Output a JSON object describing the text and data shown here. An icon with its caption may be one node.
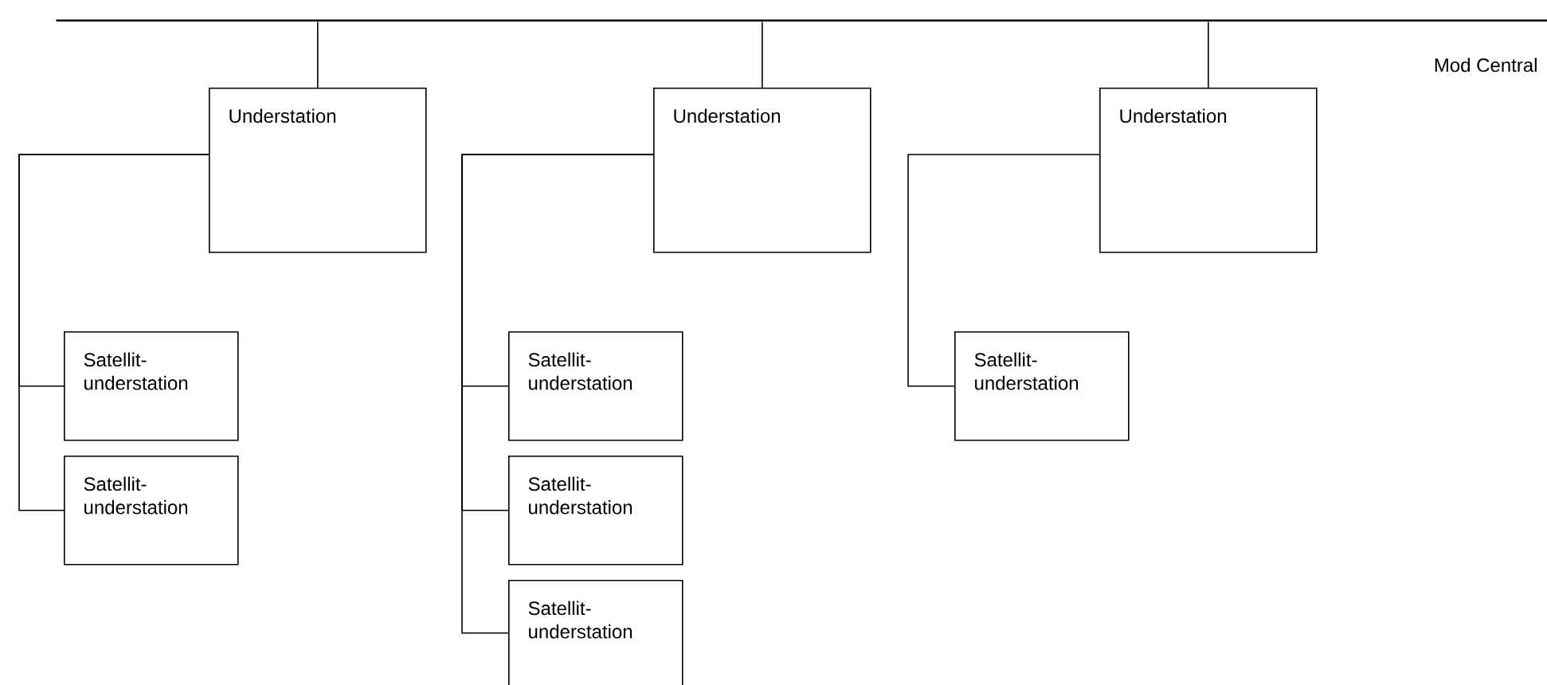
{
  "diagram": {
    "nodes": [
      {
        "text": [],
        "shape": "bar",
        "beside": [
          "Mod Central"
        ]
      },
      {
        "text": [
          "Understation"
        ]
      },
      {
        "text": [
          "Understation"
        ]
      },
      {
        "text": [
          "Understation"
        ]
      },
      {
        "text": [
          "Satellit- understation"
        ]
      },
      {
        "text": [
          "Satellit- understation"
        ]
      },
      {
        "text": [
          "Satellit- understation"
        ]
      },
      {
        "text": [
          "Satellit- understation"
        ]
      },
      {
        "text": [
          "Satellit- understation"
        ]
      },
      {
        "text": [
          "Satellit- understation"
        ]
      }
    ],
    "edges": [
      {
        "from": 0,
        "to": 1,
        "arrow": "none"
      },
      {
        "from": 0,
        "to": 2,
        "arrow": "none"
      },
      {
        "from": 0,
        "to": 3,
        "arrow": "none"
      },
      {
        "from": 1,
        "to": 4,
        "arrow": "none"
      },
      {
        "from": 1,
        "to": 5,
        "arrow": "none"
      },
      {
        "from": 2,
        "to": 6,
        "arrow": "none"
      },
      {
        "from": 2,
        "to": 7,
        "arrow": "none"
      },
      {
        "from": 2,
        "to": 8,
        "arrow": "none"
      },
      {
        "from": 3,
        "to": 9,
        "arrow": "none"
      }
    ]
  }
}
